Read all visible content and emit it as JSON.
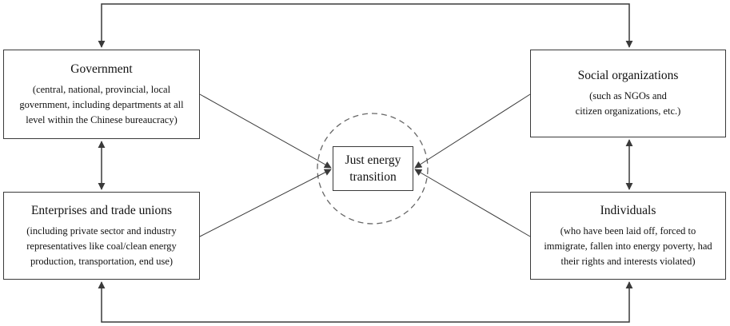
{
  "actors": {
    "government": {
      "title": "Government",
      "desc": [
        "(central, national, provincial, local",
        "government, including departments at all",
        "level within the Chinese bureaucracy)"
      ]
    },
    "enterprises": {
      "title": "Enterprises and trade unions",
      "desc": [
        "(including private sector and industry",
        "representatives like coal/clean energy",
        "production, transportation, end use)"
      ]
    },
    "social": {
      "title": "Social organizations",
      "desc": [
        "(such as NGOs and",
        "citizen organizations, etc.)"
      ]
    },
    "individuals": {
      "title": "Individuals",
      "desc": [
        "(who have been laid off, forced to",
        "immigrate, fallen into energy poverty, had",
        "their rights and interests violated)"
      ]
    }
  },
  "center": {
    "label_lines": [
      "Just energy",
      "transition"
    ]
  },
  "colors": {
    "line": "#3a3a3a",
    "circle": "#666666"
  }
}
